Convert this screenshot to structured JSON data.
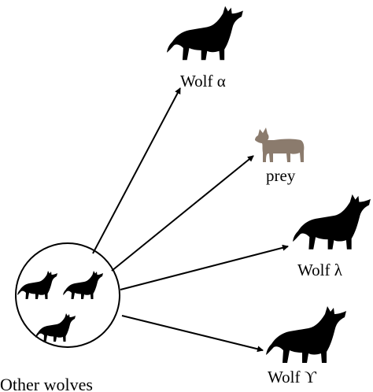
{
  "nodes": {
    "group": {
      "label": "Other wolves",
      "icon": "wolf-howling-icon"
    },
    "alpha": {
      "label": "Wolf α",
      "icon": "wolf-howling-icon"
    },
    "prey": {
      "label": "prey",
      "icon": "goat-icon"
    },
    "lambda": {
      "label": "Wolf λ",
      "icon": "wolf-howling-icon"
    },
    "gamma": {
      "label": "Wolf ϒ",
      "icon": "wolf-howling-icon"
    }
  },
  "edges": [
    {
      "from": "group",
      "to": "alpha"
    },
    {
      "from": "group",
      "to": "prey"
    },
    {
      "from": "group",
      "to": "lambda"
    },
    {
      "from": "group",
      "to": "gamma"
    }
  ],
  "colors": {
    "wolf": "#000000",
    "prey": "#8b7b6d",
    "arrow": "#000000"
  }
}
